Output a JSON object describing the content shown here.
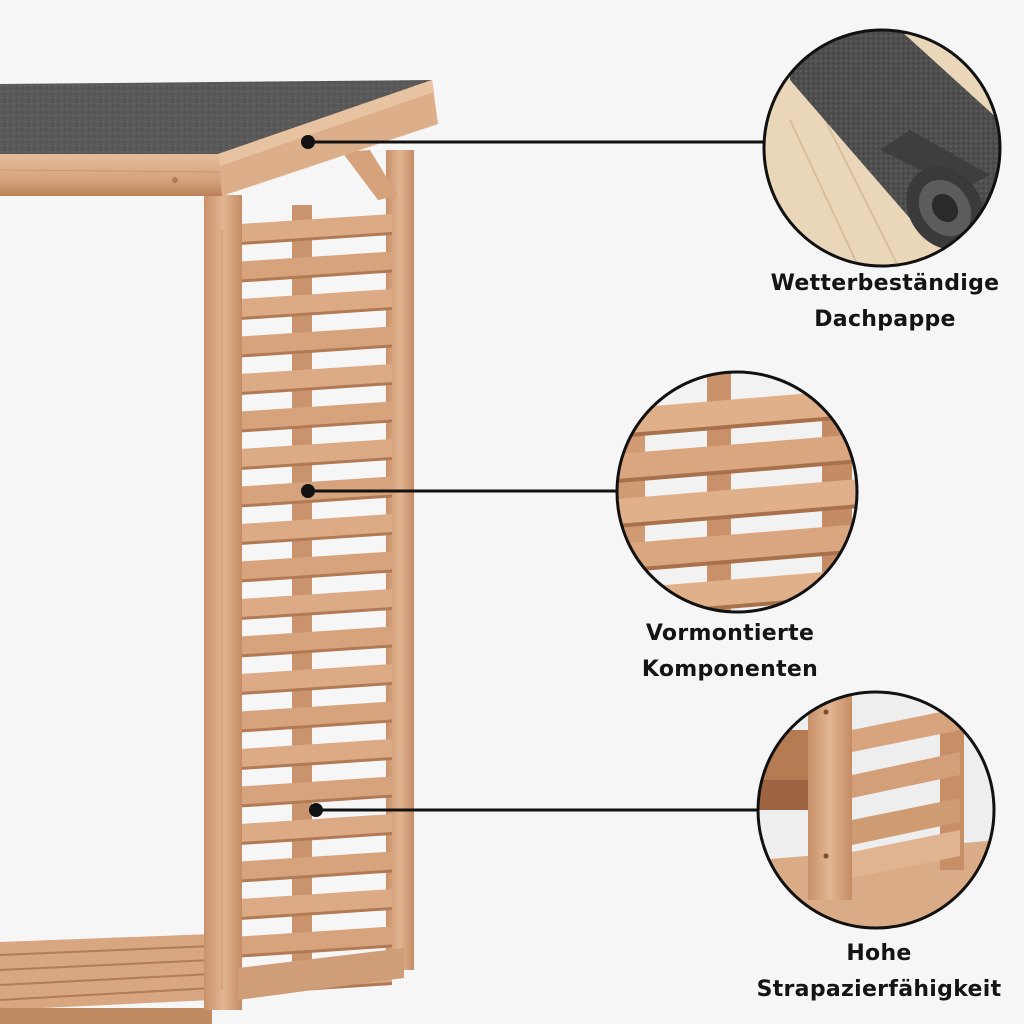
{
  "features": [
    {
      "line1": "Wetterbeständige",
      "line2": "Dachpappe",
      "detail_icon": "roofing-felt-roll"
    },
    {
      "line1": "Vormontierte",
      "line2": "Komponenten",
      "detail_icon": "slatted-wall-panel"
    },
    {
      "line1": "Hohe",
      "line2": "Strapazierfähigkeit",
      "detail_icon": "wood-corner-joint"
    }
  ],
  "colors": {
    "background": "#f6f6f6",
    "wood": "#d9a982",
    "wood_dark": "#b8825d",
    "roof": "#5a5a5a",
    "callout_line": "#111111"
  }
}
